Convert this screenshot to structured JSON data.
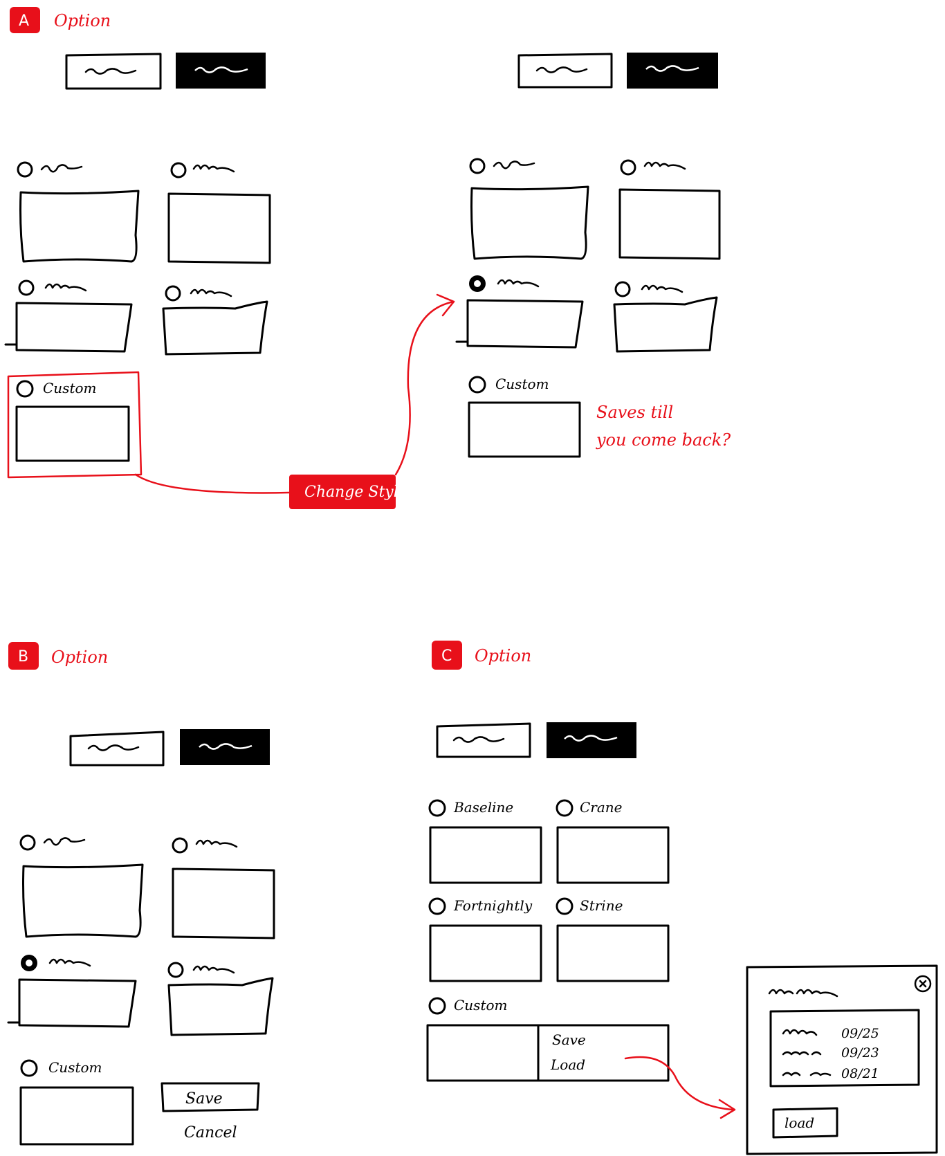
{
  "sections": {
    "a": {
      "badge": "A",
      "title": "Option",
      "custom_label": "Custom",
      "note_line1": "Saves till",
      "note_line2": "you come back?",
      "transition_label": "Change Style"
    },
    "b": {
      "badge": "B",
      "title": "Option",
      "custom_label": "Custom",
      "save_button": "Save",
      "cancel_link": "Cancel"
    },
    "c": {
      "badge": "C",
      "title": "Option",
      "styles": [
        "Baseline",
        "Crane",
        "Fortnightly",
        "Strine"
      ],
      "custom_label": "Custom",
      "menu_save": "Save",
      "menu_load": "Load",
      "dialog": {
        "dates": [
          "09/25",
          "09/23",
          "08/21"
        ],
        "load_button": "load"
      }
    }
  },
  "colors": {
    "accent": "#e8101a",
    "ink": "#000000",
    "background": "#ffffff"
  },
  "icons": [
    "close-icon",
    "radio-icon"
  ]
}
